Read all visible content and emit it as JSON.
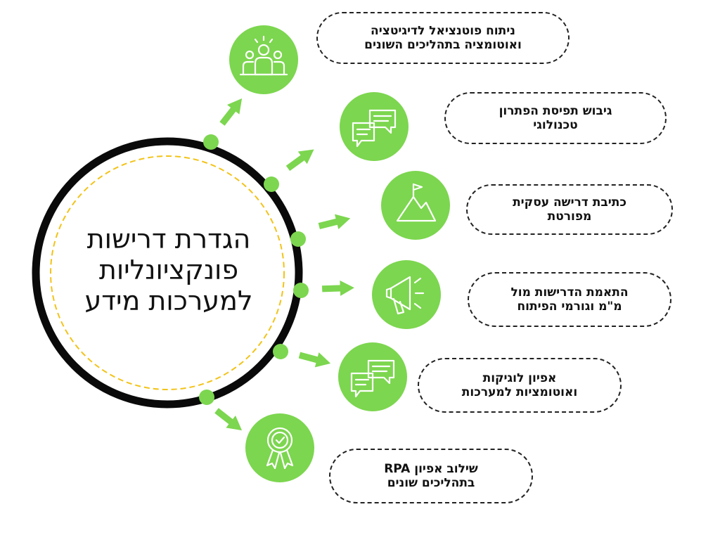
{
  "hub": {
    "title": "הגדרת דרישות\nפונקציונליות\nלמערכות מידע"
  },
  "colors": {
    "accent": "#7cd64f",
    "ring": "#0a0a0a",
    "dashed_ring": "#f2c318",
    "arrow": "#7cd64f"
  },
  "items": [
    {
      "label": "ניתוח פוטנציאל לדיגיטציה\nואוטומציה בתהליכים השונים",
      "icon": "team-icon"
    },
    {
      "label": "גיבוש תפיסת הפתרון\nטכנולוגי",
      "icon": "chat-bubbles-icon"
    },
    {
      "label": "כתיבת דרישה עסקית\nמפורטת",
      "icon": "mountain-flag-icon"
    },
    {
      "label": "התאמת הדרישות מול\nמ\"מ וגורמי הפיתוח",
      "icon": "megaphone-icon"
    },
    {
      "label": "אפיון לוגיקות\nואוטומציות למערכות",
      "icon": "chat-bubbles-icon"
    },
    {
      "label": "שילוב אפיון RPA\nבתהליכים שונים",
      "icon": "award-badge-icon"
    }
  ]
}
